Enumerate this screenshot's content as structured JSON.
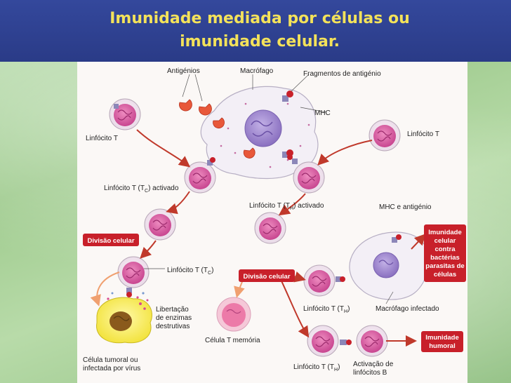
{
  "slide": {
    "title_line1": "Imunidade mediada por células ou",
    "title_line2": "imunidade celular."
  },
  "diagram": {
    "labels": {
      "antigenios": "Antigénios",
      "macrofago": "Macrófago",
      "fragmentos": "Fragmentos de antigénio",
      "mhc": "MHC",
      "linfocito_t_left": "Linfócito T",
      "linfocito_t_right": "Linfócito T",
      "tc_activado": "Linfócito T (T",
      "tc_activado_sub": "C",
      "tc_activado_end": ") activado",
      "th_activado": "Linfócito T (T",
      "th_activado_sub": "H",
      "th_activado_end": ") activado",
      "mhc_antigenio": "MHC e antigénio",
      "tc_label": "Linfócito T (T",
      "tc_label_sub": "C",
      "tc_label_end": ")",
      "libertacao_1": "Libertação",
      "libertacao_2": "de enzimas",
      "libertacao_3": "destrutivas",
      "celula_tumoral_1": "Célula tumoral ou",
      "celula_tumoral_2": "infectada por vírus",
      "celula_memoria": "Célula T memória",
      "th_label_1": "Linfócito T (T",
      "th_label_1_sub": "H",
      "th_label_1_end": ")",
      "macrofago_infectado": "Macrófago infectado",
      "th_label_2": "Linfócito T (T",
      "th_label_2_sub": "H",
      "th_label_2_end": ")",
      "activacao_1": "Activação de",
      "activacao_2": "linfócitos B"
    },
    "boxes": {
      "divisao_celular_left": "Divisão celular",
      "divisao_celular_center": "Divisão celular",
      "imunidade_celular": [
        "Imunidade",
        "celular",
        "contra",
        "bactérias",
        "parasitas de",
        "células"
      ],
      "imunidade_humoral": [
        "Imunidade",
        "humoral"
      ]
    },
    "colors": {
      "accent_red": "#c8202a",
      "arrow_red": "#c0392b",
      "cell_pink": "#d9559a",
      "macrophage_nucleus": "#9b84c9"
    }
  }
}
